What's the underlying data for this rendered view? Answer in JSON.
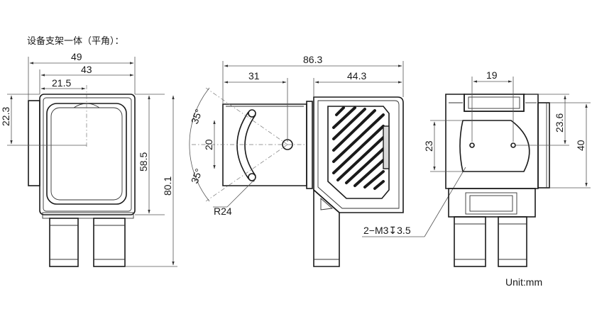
{
  "title": "设备支架一体（平角）：",
  "unit": "Unit:mm",
  "front_view": {
    "width_overall": "49",
    "width_body": "43",
    "half_width": "21.5",
    "offset_height": "22.3",
    "body_height": "58.5",
    "total_height": "80.1"
  },
  "side_view": {
    "total_length": "86.3",
    "bracket_length": "31",
    "body_length": "44.3",
    "angle_top": "35°",
    "angle_bottom": "35°",
    "slot_height": "20",
    "radius": "R24",
    "thread": "2−M3↧3.5"
  },
  "back_view": {
    "top_width": "19",
    "hole_spacing": "23",
    "right_height": "23.6",
    "height": "40"
  }
}
